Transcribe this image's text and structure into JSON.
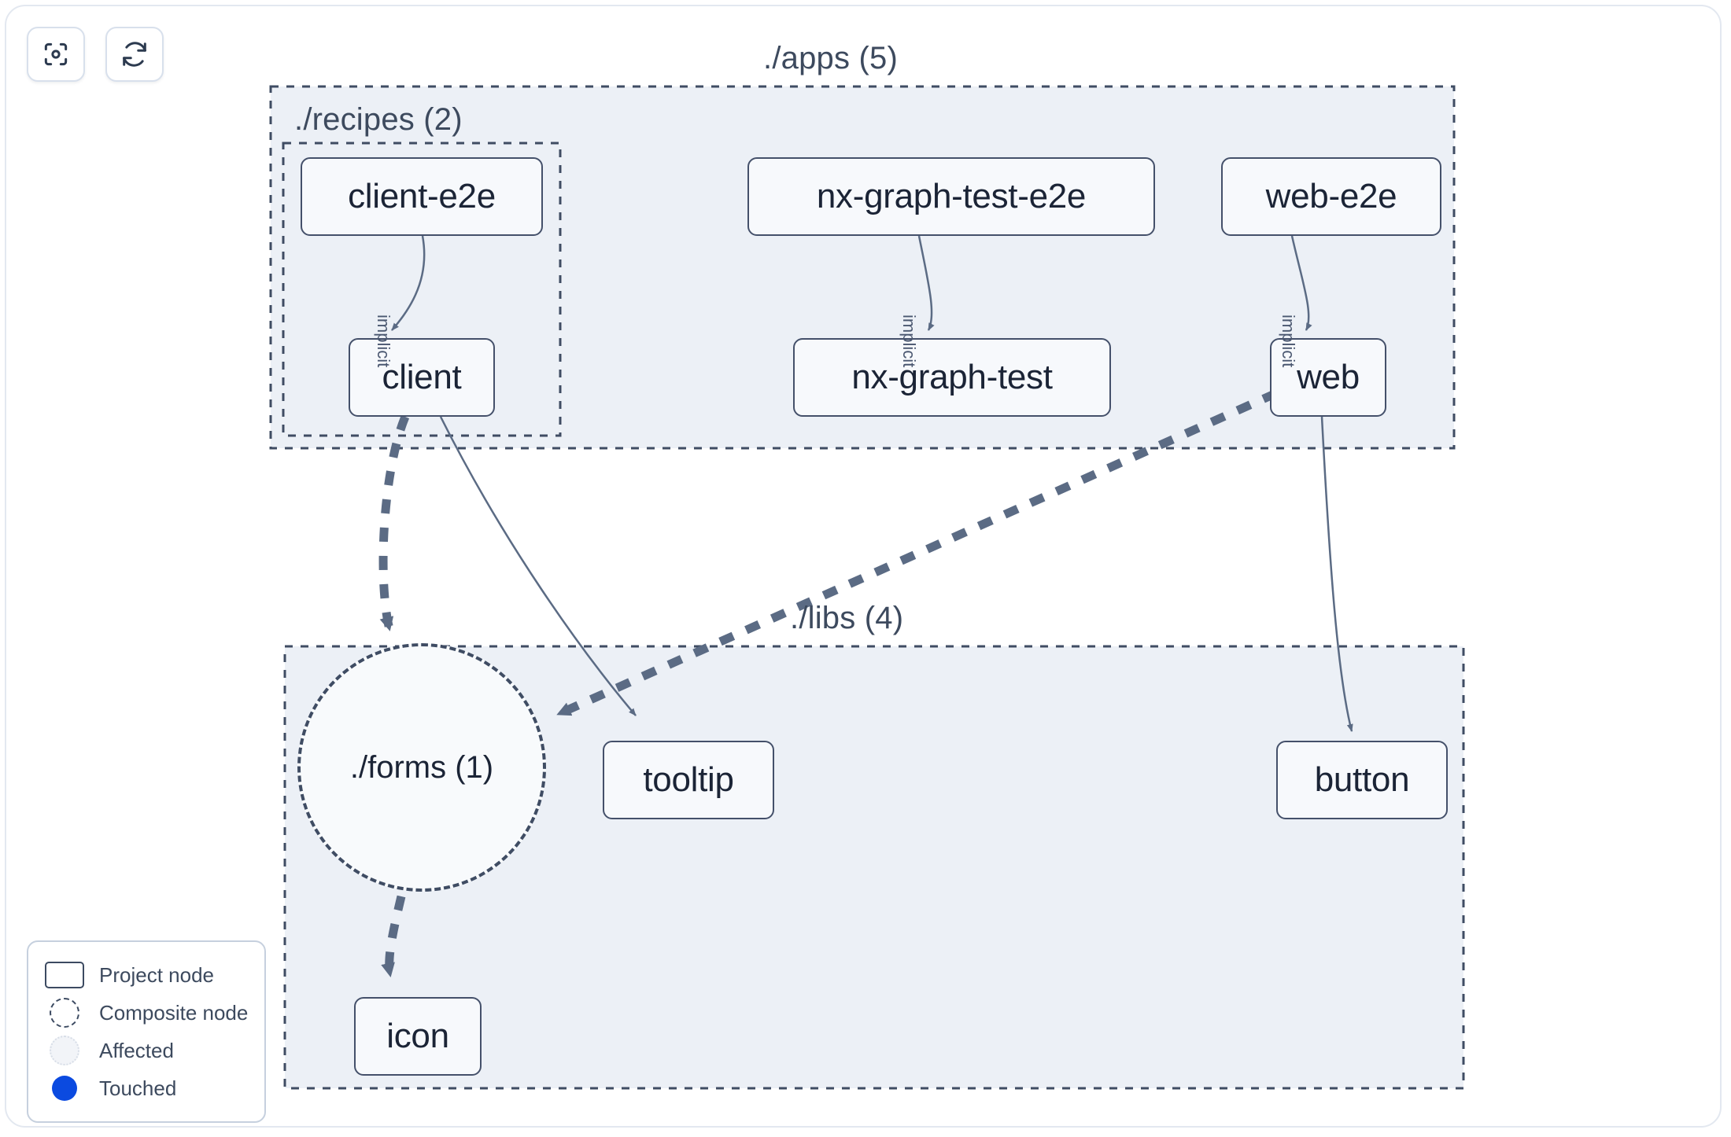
{
  "toolbar": {
    "buttons": [
      {
        "name": "focus-graph",
        "icon": "focus-target-icon",
        "label": ""
      },
      {
        "name": "refresh-graph",
        "icon": "refresh-icon",
        "label": ""
      }
    ]
  },
  "groups": [
    {
      "id": "apps",
      "label": "./apps (5)"
    },
    {
      "id": "recipes",
      "label": "./recipes (2)"
    },
    {
      "id": "libs",
      "label": "./libs (4)"
    }
  ],
  "nodes": [
    {
      "id": "client-e2e",
      "label": "client-e2e",
      "type": "project",
      "group": "recipes"
    },
    {
      "id": "nx-graph-test-e2e",
      "label": "nx-graph-test-e2e",
      "type": "project",
      "group": "apps"
    },
    {
      "id": "web-e2e",
      "label": "web-e2e",
      "type": "project",
      "group": "apps"
    },
    {
      "id": "client",
      "label": "client",
      "type": "project",
      "group": "recipes"
    },
    {
      "id": "nx-graph-test",
      "label": "nx-graph-test",
      "type": "project",
      "group": "apps"
    },
    {
      "id": "web",
      "label": "web",
      "type": "project",
      "group": "apps"
    },
    {
      "id": "forms",
      "label": "./forms (1)",
      "type": "composite",
      "group": "libs"
    },
    {
      "id": "tooltip",
      "label": "tooltip",
      "type": "project",
      "group": "libs"
    },
    {
      "id": "button",
      "label": "button",
      "type": "project",
      "group": "libs"
    },
    {
      "id": "icon",
      "label": "icon",
      "type": "project",
      "group": "libs"
    }
  ],
  "edges": [
    {
      "from": "client-e2e",
      "to": "client",
      "label": "implicit",
      "style": "solid"
    },
    {
      "from": "nx-graph-test-e2e",
      "to": "nx-graph-test",
      "label": "implicit",
      "style": "solid"
    },
    {
      "from": "web-e2e",
      "to": "web",
      "label": "implicit",
      "style": "solid"
    },
    {
      "from": "client",
      "to": "forms",
      "label": "",
      "style": "dashed"
    },
    {
      "from": "client",
      "to": "tooltip",
      "label": "",
      "style": "solid"
    },
    {
      "from": "web",
      "to": "forms",
      "label": "",
      "style": "dashed"
    },
    {
      "from": "web",
      "to": "button",
      "label": "",
      "style": "solid"
    },
    {
      "from": "forms",
      "to": "icon",
      "label": "",
      "style": "dashed"
    }
  ],
  "legend": {
    "items": [
      {
        "swatch": "project-node-swatch",
        "label": "Project node"
      },
      {
        "swatch": "composite-node-swatch",
        "label": "Composite node"
      },
      {
        "swatch": "affected-swatch",
        "label": "Affected"
      },
      {
        "swatch": "touched-swatch",
        "label": "Touched"
      }
    ]
  },
  "colors": {
    "node_border": "#44506a",
    "node_fill": "#f7f9fc",
    "group_fill": "#ecf0f6",
    "group_border": "#3f4c63",
    "edge": "#5b6b84",
    "touched": "#0b4ae0",
    "canvas": "#ffffff"
  }
}
